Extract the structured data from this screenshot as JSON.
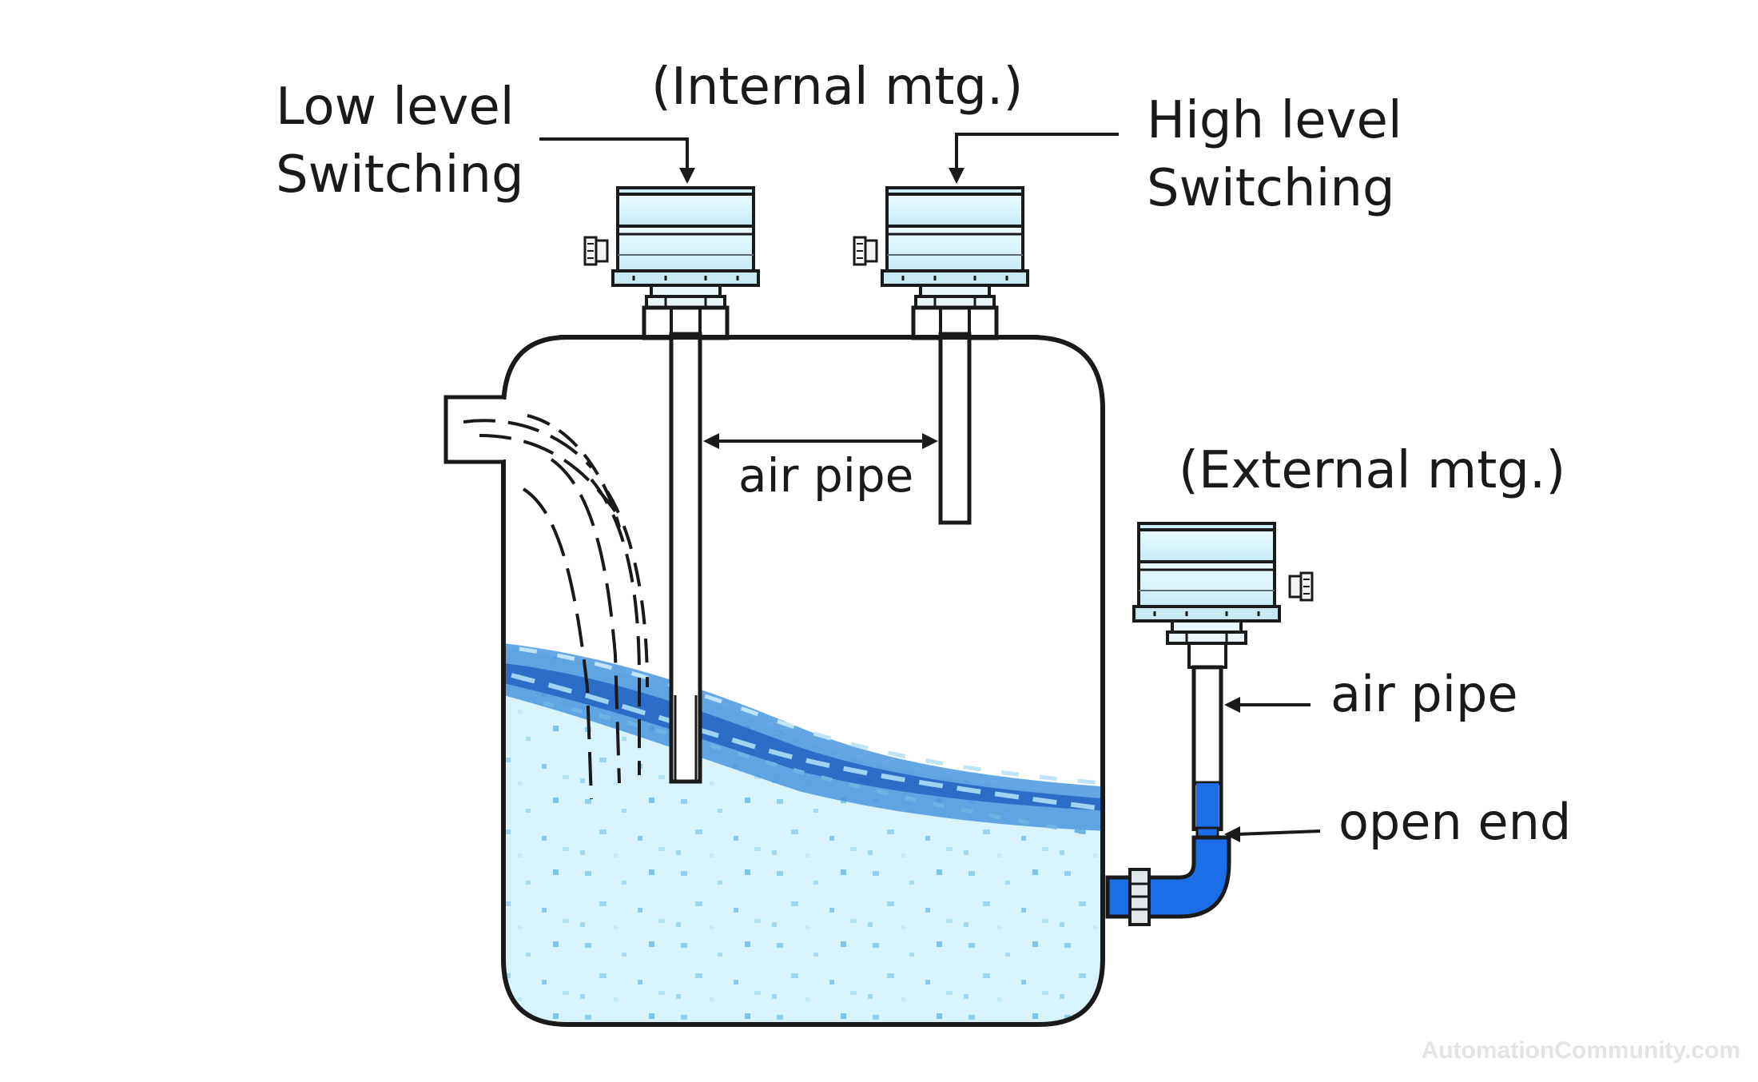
{
  "labels": {
    "low_level_line1": "Low level",
    "low_level_line2": "Switching",
    "internal_mtg": "(Internal mtg.)",
    "high_level_line1": "High level",
    "high_level_line2": "Switching",
    "air_pipe_internal": "air pipe",
    "external_mtg": "(External mtg.)",
    "air_pipe_external": "air pipe",
    "open_end": "open end"
  },
  "watermark": "AutomationCommunity.com",
  "colors": {
    "water_light": "#d4f1fb",
    "water_wave": "#2f7fd6",
    "pipe_water": "#1a6fe8",
    "sensor_head": "#dff5fb",
    "outline": "#1a1a1a"
  },
  "icons": [
    "level-switch-icon",
    "cable-gland-icon",
    "tank-icon",
    "water-stream-icon"
  ]
}
